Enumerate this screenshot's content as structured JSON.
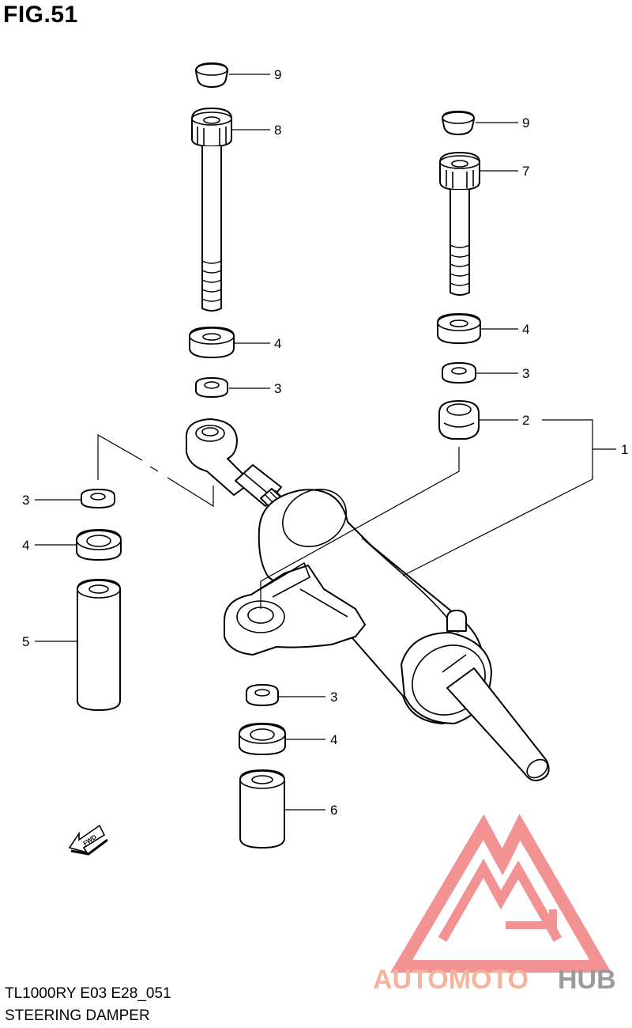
{
  "figure": {
    "title": "FIG.51"
  },
  "footer": {
    "code": "TL1000RY E03 E28_051",
    "caption": "STEERING DAMPER"
  },
  "callouts": {
    "c9_left": "9",
    "c8": "8",
    "c4_left": "4",
    "c3_left": "3",
    "c9_right": "9",
    "c7": "7",
    "c4_right": "4",
    "c3_right": "3",
    "c2": "2",
    "c1": "1",
    "c3_far": "3",
    "c4_far": "4",
    "c5": "5",
    "c3_bottom": "3",
    "c4_bottom": "4",
    "c6": "6"
  },
  "fwd_arrow": {
    "label": "FWD"
  },
  "watermark": {
    "part1": "AUTOMOTO",
    "part2": "HUB",
    "color_main": "#f5a58c",
    "color_accent": "#8a8a8a",
    "mark_color": "#f08080"
  }
}
